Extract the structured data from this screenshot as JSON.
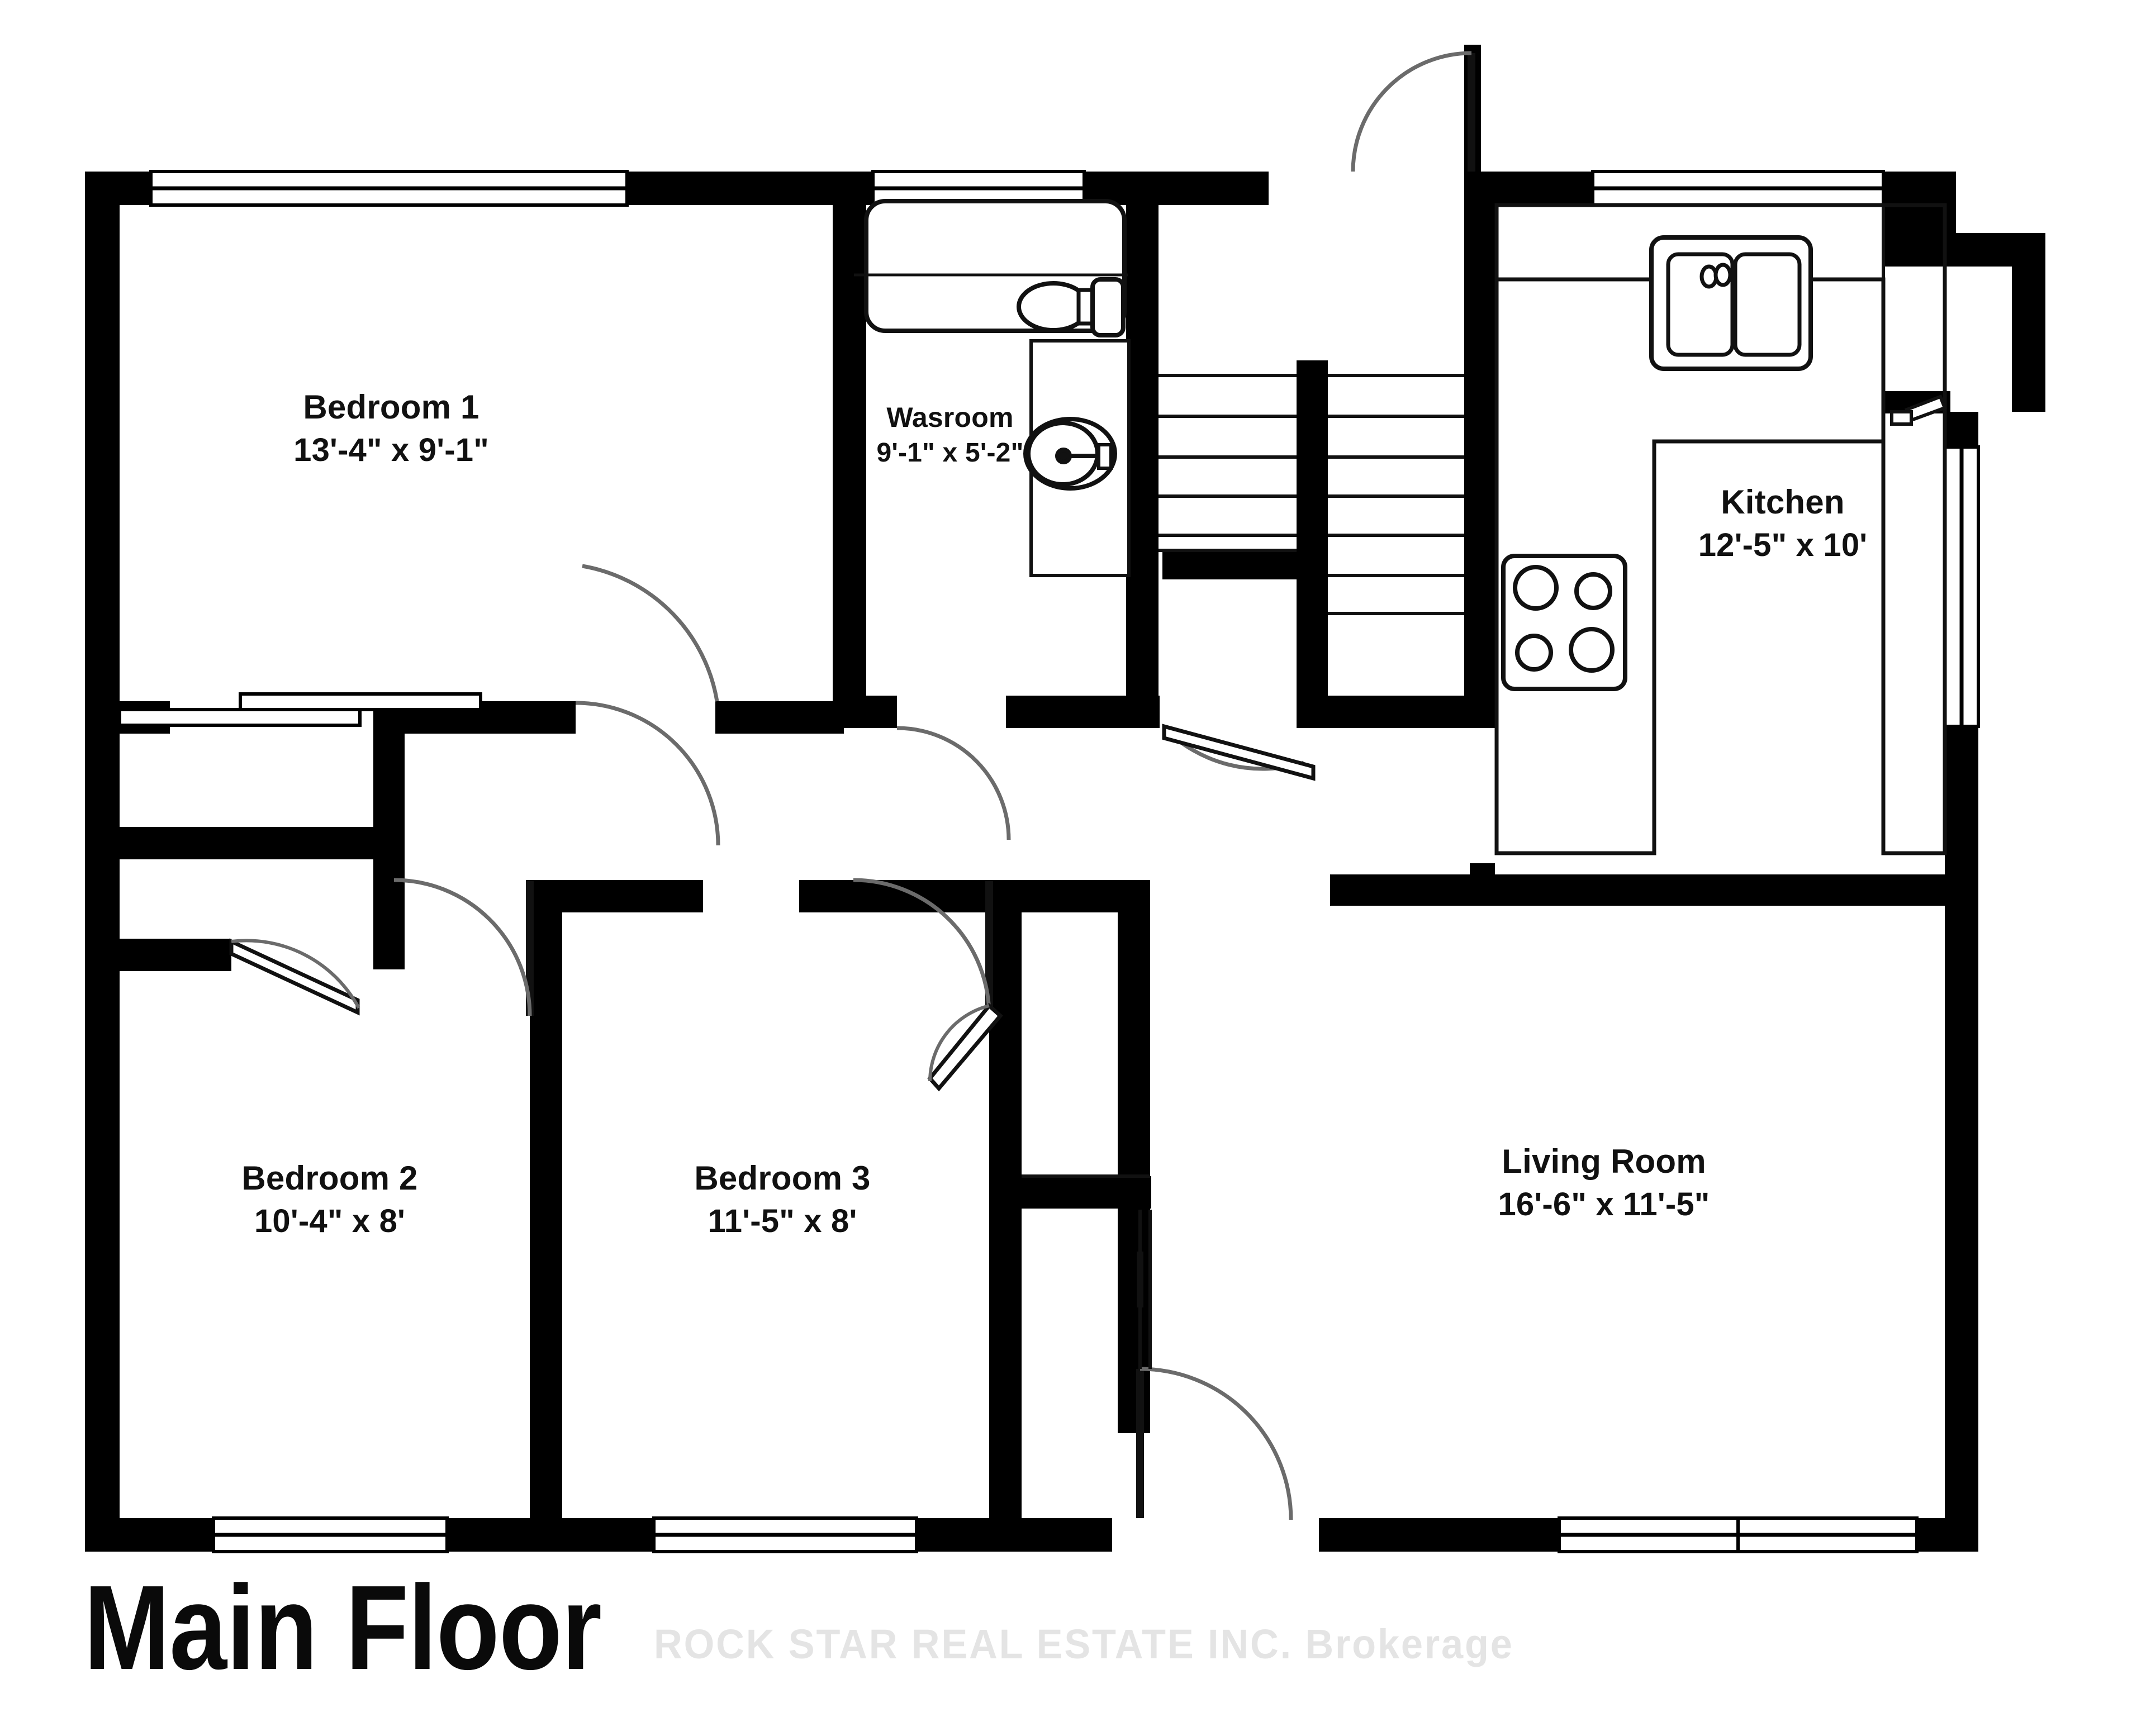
{
  "title": {
    "text": "Main Floor"
  },
  "watermark": {
    "text": "ROCK STAR REAL ESTATE INC.  Brokerage",
    "color": "#e4e4e4"
  },
  "colors": {
    "wall": "#000000",
    "background": "#ffffff",
    "fixture_stroke": "#111111",
    "door_swing_stroke": "#6b6b6b",
    "text": "#111111"
  },
  "rooms": [
    {
      "id": "bedroom-1",
      "name": "Bedroom 1",
      "dimensions": "13'-4\" x 9'-1\""
    },
    {
      "id": "wasroom",
      "name": "Wasroom",
      "dimensions": "9'-1\" x 5'-2\""
    },
    {
      "id": "kitchen",
      "name": "Kitchen",
      "dimensions": "12'-5\" x 10'"
    },
    {
      "id": "bedroom-2",
      "name": "Bedroom 2",
      "dimensions": "10'-4\" x 8'"
    },
    {
      "id": "bedroom-3",
      "name": "Bedroom 3",
      "dimensions": "11'-5\" x 8'"
    },
    {
      "id": "living-room",
      "name": "Living Room",
      "dimensions": "16'-6\" x 11'-5\""
    }
  ],
  "fixtures": [
    {
      "id": "kitchen-sink",
      "label": "double-basin-sink"
    },
    {
      "id": "kitchen-stove",
      "label": "four-burner-stove"
    },
    {
      "id": "kitchen-counter",
      "label": "counter-top"
    },
    {
      "id": "bathtub",
      "label": "bathtub"
    },
    {
      "id": "toilet",
      "label": "toilet"
    },
    {
      "id": "vanity-sink",
      "label": "vanity-sink"
    },
    {
      "id": "staircase",
      "label": "staircase"
    }
  ]
}
